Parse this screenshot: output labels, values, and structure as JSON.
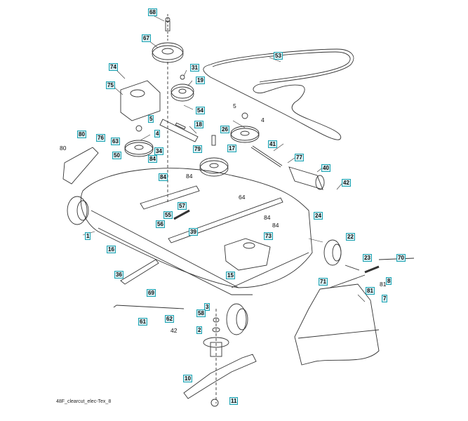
{
  "diagram": {
    "title": "48F_clearcut_elec-Tex_8",
    "colors": {
      "label_border": "#1aa3b3",
      "label_fill": "#d7eef2",
      "line": "#333333"
    },
    "labels": [
      {
        "id": "68",
        "text": "68",
        "boxed": true
      },
      {
        "id": "67",
        "text": "67",
        "boxed": true
      },
      {
        "id": "74",
        "text": "74",
        "boxed": true
      },
      {
        "id": "31",
        "text": "31",
        "boxed": true
      },
      {
        "id": "19",
        "text": "19",
        "boxed": true
      },
      {
        "id": "75",
        "text": "75",
        "boxed": true
      },
      {
        "id": "53",
        "text": "53",
        "boxed": true
      },
      {
        "id": "54",
        "text": "54",
        "boxed": true
      },
      {
        "id": "5a",
        "text": "5",
        "boxed": true
      },
      {
        "id": "5b",
        "text": "5",
        "boxed": false
      },
      {
        "id": "4a",
        "text": "4",
        "boxed": true
      },
      {
        "id": "4b",
        "text": "4",
        "boxed": false
      },
      {
        "id": "18",
        "text": "18",
        "boxed": true
      },
      {
        "id": "26",
        "text": "26",
        "boxed": true
      },
      {
        "id": "80a",
        "text": "80",
        "boxed": true
      },
      {
        "id": "80b",
        "text": "80",
        "boxed": false
      },
      {
        "id": "76",
        "text": "76",
        "boxed": true
      },
      {
        "id": "63",
        "text": "63",
        "boxed": true
      },
      {
        "id": "50",
        "text": "50",
        "boxed": true
      },
      {
        "id": "34",
        "text": "34",
        "boxed": true
      },
      {
        "id": "79",
        "text": "79",
        "boxed": true
      },
      {
        "id": "17",
        "text": "17",
        "boxed": true
      },
      {
        "id": "41",
        "text": "41",
        "boxed": true
      },
      {
        "id": "77",
        "text": "77",
        "boxed": true
      },
      {
        "id": "40",
        "text": "40",
        "boxed": true
      },
      {
        "id": "42a",
        "text": "42",
        "boxed": true
      },
      {
        "id": "84a",
        "text": "84",
        "boxed": true
      },
      {
        "id": "84b",
        "text": "84",
        "boxed": true
      },
      {
        "id": "84c",
        "text": "84",
        "boxed": false
      },
      {
        "id": "84d",
        "text": "84",
        "boxed": false
      },
      {
        "id": "84e",
        "text": "84",
        "boxed": false
      },
      {
        "id": "64",
        "text": "64",
        "boxed": false
      },
      {
        "id": "57",
        "text": "57",
        "boxed": true
      },
      {
        "id": "55",
        "text": "55",
        "boxed": true
      },
      {
        "id": "56a",
        "text": "56",
        "boxed": true
      },
      {
        "id": "24",
        "text": "24",
        "boxed": true
      },
      {
        "id": "1",
        "text": "1",
        "boxed": true
      },
      {
        "id": "39",
        "text": "39",
        "boxed": true
      },
      {
        "id": "73",
        "text": "73",
        "boxed": true
      },
      {
        "id": "22",
        "text": "22",
        "boxed": true
      },
      {
        "id": "16",
        "text": "16",
        "boxed": true
      },
      {
        "id": "15",
        "text": "15",
        "boxed": true
      },
      {
        "id": "23",
        "text": "23",
        "boxed": true
      },
      {
        "id": "70",
        "text": "70",
        "boxed": true
      },
      {
        "id": "36",
        "text": "36",
        "boxed": true
      },
      {
        "id": "71",
        "text": "71",
        "boxed": true
      },
      {
        "id": "8",
        "text": "8",
        "boxed": true
      },
      {
        "id": "81a",
        "text": "81",
        "boxed": false
      },
      {
        "id": "81b",
        "text": "81",
        "boxed": true
      },
      {
        "id": "69",
        "text": "69",
        "boxed": true
      },
      {
        "id": "7",
        "text": "7",
        "boxed": true
      },
      {
        "id": "3",
        "text": "3",
        "boxed": true
      },
      {
        "id": "58",
        "text": "58",
        "boxed": true
      },
      {
        "id": "61",
        "text": "61",
        "boxed": true
      },
      {
        "id": "62",
        "text": "62",
        "boxed": true
      },
      {
        "id": "42b",
        "text": "42",
        "boxed": false
      },
      {
        "id": "2",
        "text": "2",
        "boxed": true
      },
      {
        "id": "10",
        "text": "10",
        "boxed": true
      },
      {
        "id": "11",
        "text": "11",
        "boxed": true
      }
    ]
  }
}
